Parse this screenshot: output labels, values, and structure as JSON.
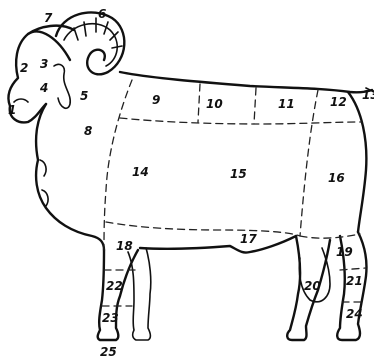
{
  "labels": {
    "1": "1",
    "2": "2",
    "3": "3",
    "4": "4",
    "5": "5",
    "6": "6",
    "7": "7",
    "8": "8",
    "9": "9",
    "10": "10",
    "11": "11",
    "12": "12",
    "13": "13",
    "14": "14",
    "15": "15",
    "16": "16",
    "17": "17",
    "18": "18",
    "19": "19",
    "20": "20",
    "21": "21",
    "22": "22",
    "23": "23",
    "24": "24",
    "25": "25"
  }
}
